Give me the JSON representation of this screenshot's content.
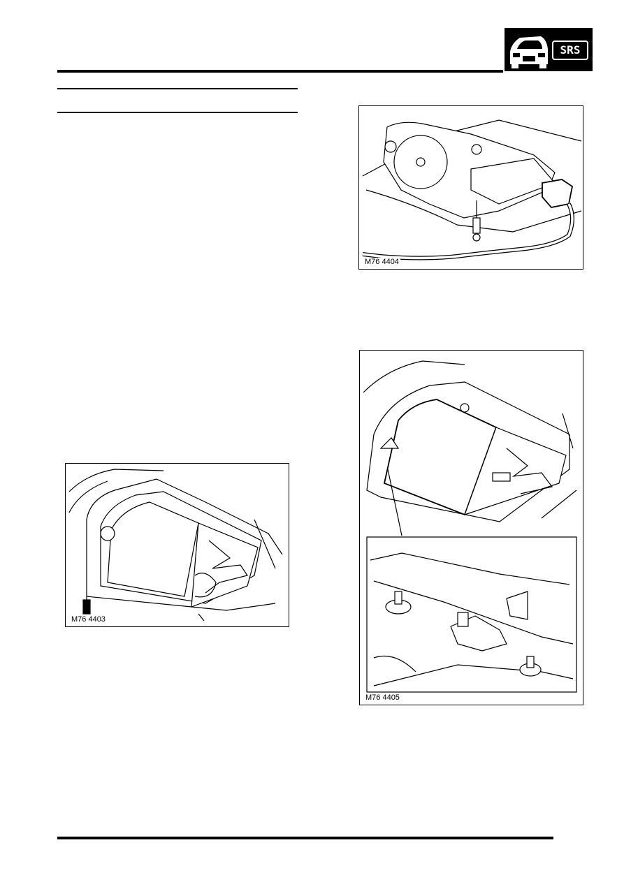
{
  "header": {
    "badge_label": "SRS",
    "badge_icon": "car-front-icon"
  },
  "figures": [
    {
      "id": "fig-4404",
      "label": "M76 4404"
    },
    {
      "id": "fig-4403",
      "label": "M76 4403"
    },
    {
      "id": "fig-4405",
      "label": "M76 4405"
    }
  ]
}
